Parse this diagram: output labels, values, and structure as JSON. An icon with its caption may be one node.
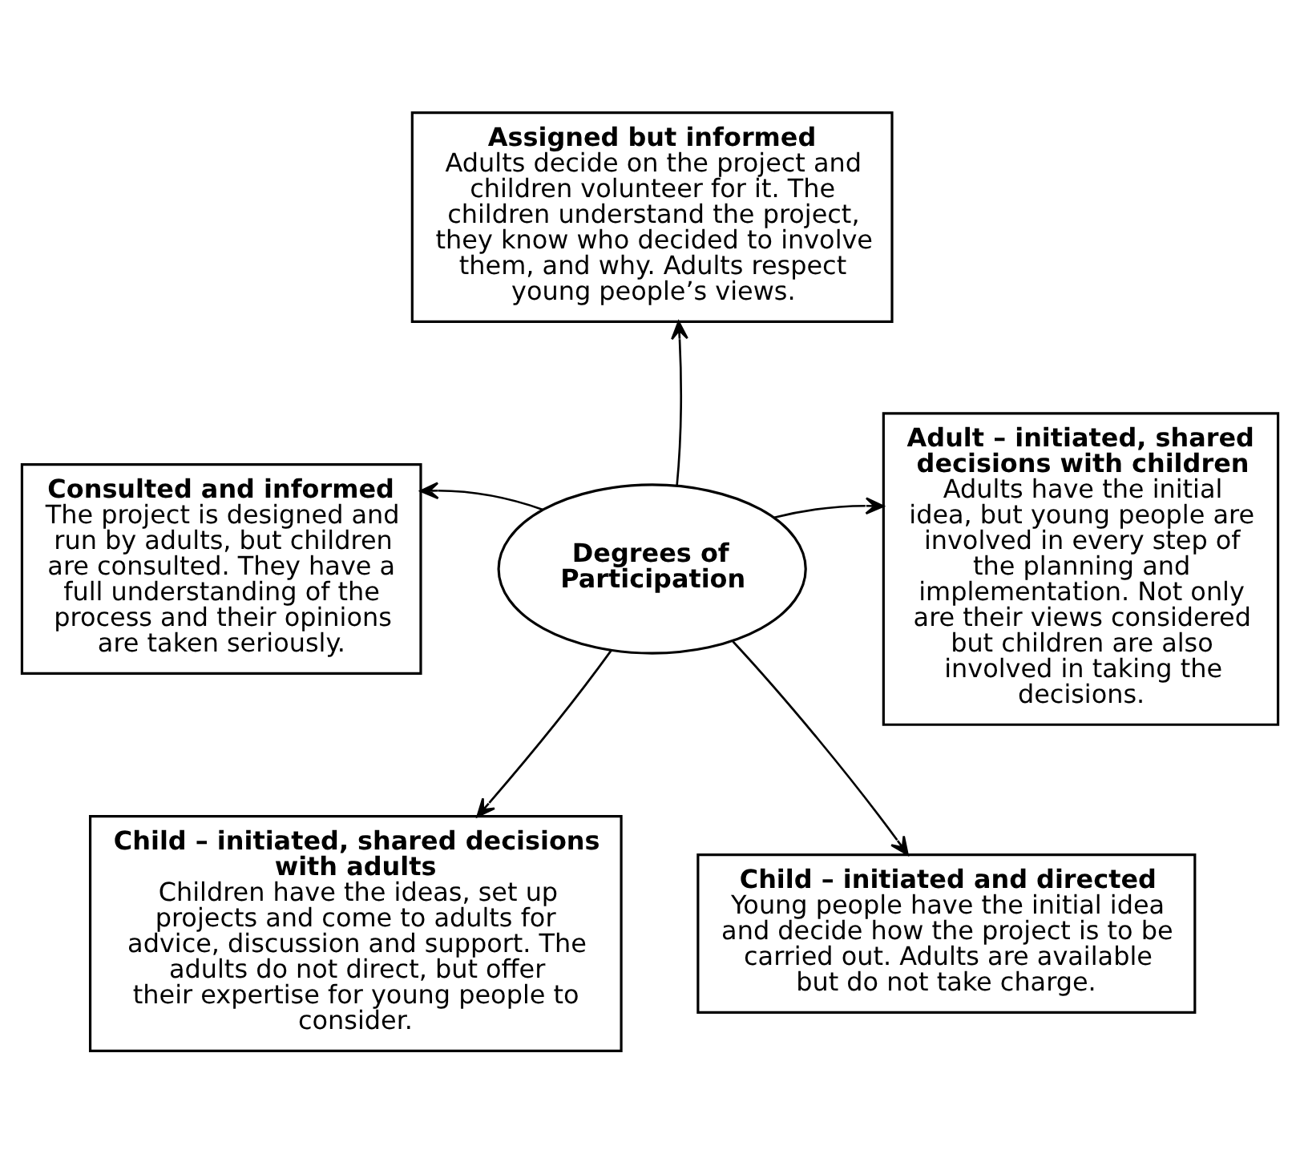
{
  "diagram": {
    "nodes": [
      {
        "text": [
          "Assigned but informed",
          "Adults decide on the project and children volunteer for it. The children understand the project, they know who decided to involve them, and why. Adults respect young people’s views."
        ]
      },
      {
        "text": [
          "Consulted and informed",
          "The project is designed and run by adults, but children are consulted. They have a full understanding of the process and their opinions are taken seriously."
        ]
      },
      {
        "text": [
          "Degrees of Participation"
        ]
      },
      {
        "text": [
          "Adult – initiated, shared decisions with children",
          "Adults have the initial idea, but young people are involved in every step of the planning and implementation. Not only are their views considered but children are also involved in taking the decisions."
        ]
      },
      {
        "text": [
          "Child – initiated, shared decisions with adults",
          "Children have the ideas, set up projects and come to adults for advice, discussion and support. The adults do not direct, but offer their expertise for young people to consider."
        ]
      },
      {
        "text": [
          "Child – initiated and directed",
          "Young people have the initial idea and decide how the project is to be carried out. Adults are available but do not take charge."
        ]
      }
    ],
    "edges": [
      {
        "from": 2,
        "to": 0,
        "arrow": "to"
      },
      {
        "from": 2,
        "to": 1,
        "arrow": "to"
      },
      {
        "from": 2,
        "to": 3,
        "arrow": "to"
      },
      {
        "from": 2,
        "to": 4,
        "arrow": "to"
      },
      {
        "from": 2,
        "to": 5,
        "arrow": "to"
      }
    ]
  }
}
